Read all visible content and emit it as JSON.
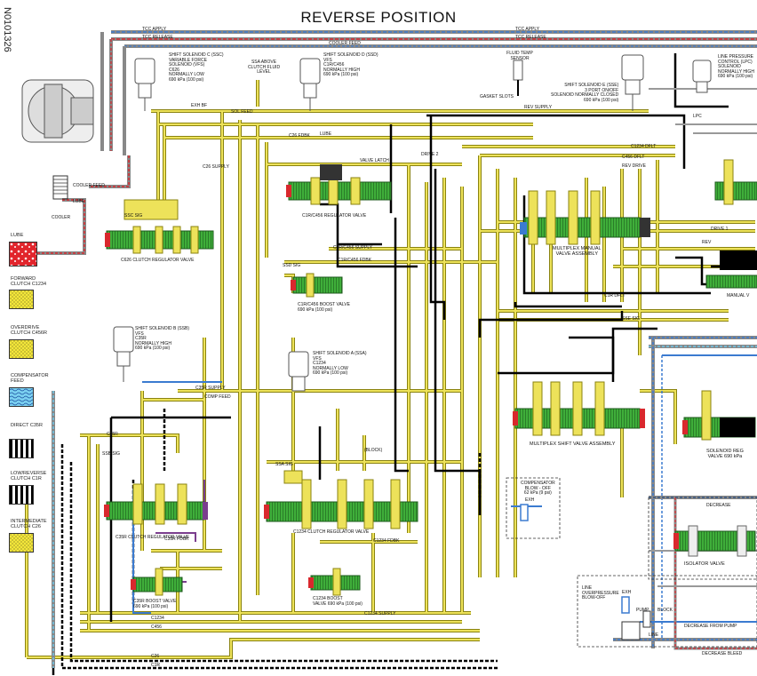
{
  "doc_id": "N0101326",
  "title": "REVERSE POSITION",
  "legend": [
    {
      "label": "LUBE",
      "pattern": "lube"
    },
    {
      "label": "FORWARD CLUTCH C1234",
      "pattern": "dots"
    },
    {
      "label": "OVERDRIVE CLUTCH C456R",
      "pattern": "dots"
    },
    {
      "label": "COMPENSATOR FEED",
      "pattern": "waves"
    },
    {
      "label": "DIRECT C35R",
      "pattern": "stripes"
    },
    {
      "label": "LOW/REVERSE CLUTCH C1R",
      "pattern": "stripes"
    },
    {
      "label": "INTERMEDIATE CLUTCH C26",
      "pattern": "dots"
    }
  ],
  "cooler": {
    "feed": "COOLER FEED",
    "lube": "LUBE",
    "cooler": "COOLER"
  },
  "lines_top": [
    "TCC APPLY",
    "TCC RELEASE",
    "COOLER FEED"
  ],
  "solenoids": {
    "ssc": [
      "SHIFT SOLENOID C (SSC)",
      "VARIABLE FORCE",
      "SOLENOID (VFS)",
      "C626",
      "NORMALLY LOW",
      "690 kPa (100 psi)"
    ],
    "ssd": [
      "SHIFT SOLENOID D (SSD)",
      "VFS",
      "C1R/C456",
      "NORMALLY HIGH",
      "690 kPa (100 psi)"
    ],
    "sse": [
      "SHIFT SOLENOID E (SSE)",
      "3 PORT ON/OFF",
      "SOLENOID NORMALLY CLOSED",
      "690 kPa (100 psi)"
    ],
    "ssb": [
      "SHIFT SOLENOID B (SSB)",
      "VFS",
      "C35R",
      "NORMALLY HIGH",
      "690 kPa (100 psi)"
    ],
    "ssa": [
      "SHIFT SOLENOID A (SSA)",
      "VFS",
      "C1234",
      "NORMALLY LOW",
      "690 kPa (100 psi)"
    ],
    "lpc": [
      "LINE PRESSURE",
      "CONTROL (LPC)",
      "SOLENOID",
      "NORMALLY HIGH",
      "690 kPa (100 psi)"
    ]
  },
  "labels": {
    "ssa_above": "SSA ABOVE CLUTCH FLUID LEVEL",
    "fluid_temp": "FLUID TEMP SENSOR",
    "gasket_slots": "GASKET SLOTS",
    "c626_valve": "C626 CLUTCH REGULATOR VALVE",
    "c1r_valve": "C1R/C456 REGULATOR VALVE",
    "c1r_boost": [
      "C1R/C456 BOOST VALVE",
      "690 kPa (100 psi)"
    ],
    "manual_valve": [
      "MULTIPLEX MANUAL",
      "VALVE ASSEMBLY"
    ],
    "shift_valve": "MULTIPLEX SHIFT VALVE ASSEMBLY",
    "c35r_valve": "C35R CLUTCH REGULATOR VALVE",
    "c35r_boost": [
      "C35R BOOST VALVE",
      "690 kPa (100 psi)"
    ],
    "c1234_valve": "C1234 CLUTCH REGULATOR VALVE",
    "c1234_boost": [
      "C1234 BOOST",
      "VALVE 690 kPa (100 psi)"
    ],
    "compensator_blow": [
      "COMPENSATOR",
      "BLOW - OFF",
      "62 kPa (9 psi)"
    ],
    "solenoid_reg": [
      "SOLENOID REG",
      "VALVE 690 kPa"
    ],
    "isolator": "ISOLATOR VALVE",
    "line_blowoff": [
      "LINE",
      "OVERPRESSURE",
      "BLOW-OFF"
    ],
    "manual": "MANUAL V",
    "decrease": "DECREASE",
    "pump": "PUMP",
    "block": "BLOCK",
    "line": "LINE",
    "decrease_bleed": "DECREASE BLEED",
    "decrease_from_pump": "DECREASE FROM PUMP",
    "block_small": "(BLOCK)",
    "exh": "EXH",
    "drive2": "DRIVE 2",
    "drive1": "DRIVE 1",
    "rev": "REV",
    "sol_feed": "SOL FEED",
    "exh_bf": "EXH BF",
    "valve_latch": "VALVE LATCH",
    "c1r_supply": "C1R/C456 SUPPLY",
    "c1r_fdbk": "C1R/C456 FDBK",
    "comp_feed": "COMP FEED",
    "c35r": "C35R",
    "c1234": "C1234",
    "c456": "C456",
    "c1r": "C1R",
    "c26": "C26",
    "lpc": "LPC",
    "ssb_sig": "SSB SIG",
    "ssa_sig": "SSA SIG",
    "c35r_supply": "C35R SUPPLY",
    "c35r_fdbk": "C35R FDBK",
    "c1234_supply": "C1234 SUPPLY",
    "c1234_fdbk": "C1234 FDBK",
    "c1234_dflt": "C1234 DFLT",
    "c456_dflt": "C456 DFLT",
    "c26_supply": "C26 SUPPLY",
    "c26_fdbk": "C26 FDBK",
    "rev_drive": "REV DRIVE",
    "rev_supply": "REV SUPPLY",
    "c1r_dflt": "C1R DFLT",
    "sse_sig": "SSE SIG",
    "ssc_sig": "SSC SIG",
    "ssd_sig": "SSD SIG",
    "lube": "LUBE"
  },
  "colors": {
    "yellow": "#d8cf3a",
    "yellow_dark": "#8a8310",
    "red": "#d9282d",
    "blue": "#3b7bd0",
    "lightblue": "#6ec6e8",
    "green": "#3fae3a",
    "black": "#000000",
    "gray": "#9a9a9a",
    "purple": "#7b3e8e"
  }
}
